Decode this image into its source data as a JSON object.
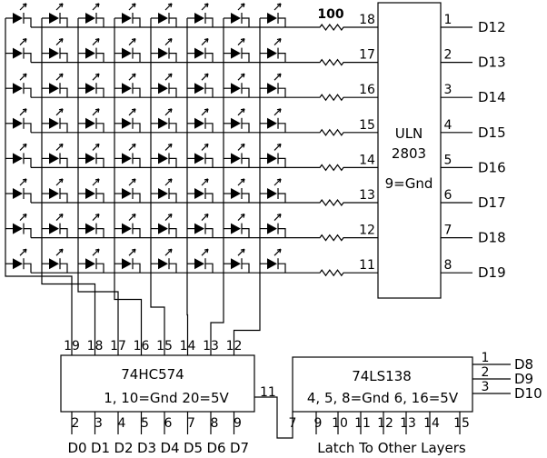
{
  "resistor_value": "100",
  "uln": {
    "name_line1": "ULN",
    "name_line2": "2803",
    "power_note": "9=Gnd",
    "input_pins": [
      "18",
      "17",
      "16",
      "15",
      "14",
      "13",
      "12",
      "11"
    ],
    "output_pins": [
      "1",
      "2",
      "3",
      "4",
      "5",
      "6",
      "7",
      "8"
    ],
    "output_signals": [
      "D12",
      "D13",
      "D14",
      "D15",
      "D16",
      "D17",
      "D18",
      "D19"
    ]
  },
  "hc574": {
    "name": "74HC574",
    "power_note": "1, 10=Gnd  20=5V",
    "output_pins": [
      "19",
      "18",
      "17",
      "16",
      "15",
      "14",
      "13",
      "12"
    ],
    "input_pins": [
      "2",
      "3",
      "4",
      "5",
      "6",
      "7",
      "8",
      "9"
    ],
    "input_signals": [
      "D0",
      "D1",
      "D2",
      "D3",
      "D4",
      "D5",
      "D6",
      "D7"
    ],
    "clock_pin": "11"
  },
  "ls138": {
    "name": "74LS138",
    "power_note": "4, 5, 8=Gnd  6, 16=5V",
    "select_pins": [
      "1",
      "2",
      "3"
    ],
    "select_signals": [
      "D8",
      "D9",
      "D10"
    ],
    "output_pins": [
      "7",
      "9",
      "10",
      "11",
      "12",
      "13",
      "14",
      "15"
    ],
    "latch_note": "Latch To Other Layers"
  }
}
